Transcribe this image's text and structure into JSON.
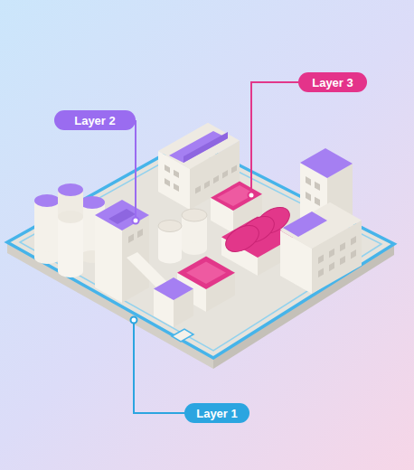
{
  "diagram": {
    "nodes": [
      {
        "text": [
          "Layer 3"
        ]
      },
      {
        "text": [
          "Layer 2"
        ]
      },
      {
        "text": [
          "Layer 1"
        ]
      }
    ]
  }
}
